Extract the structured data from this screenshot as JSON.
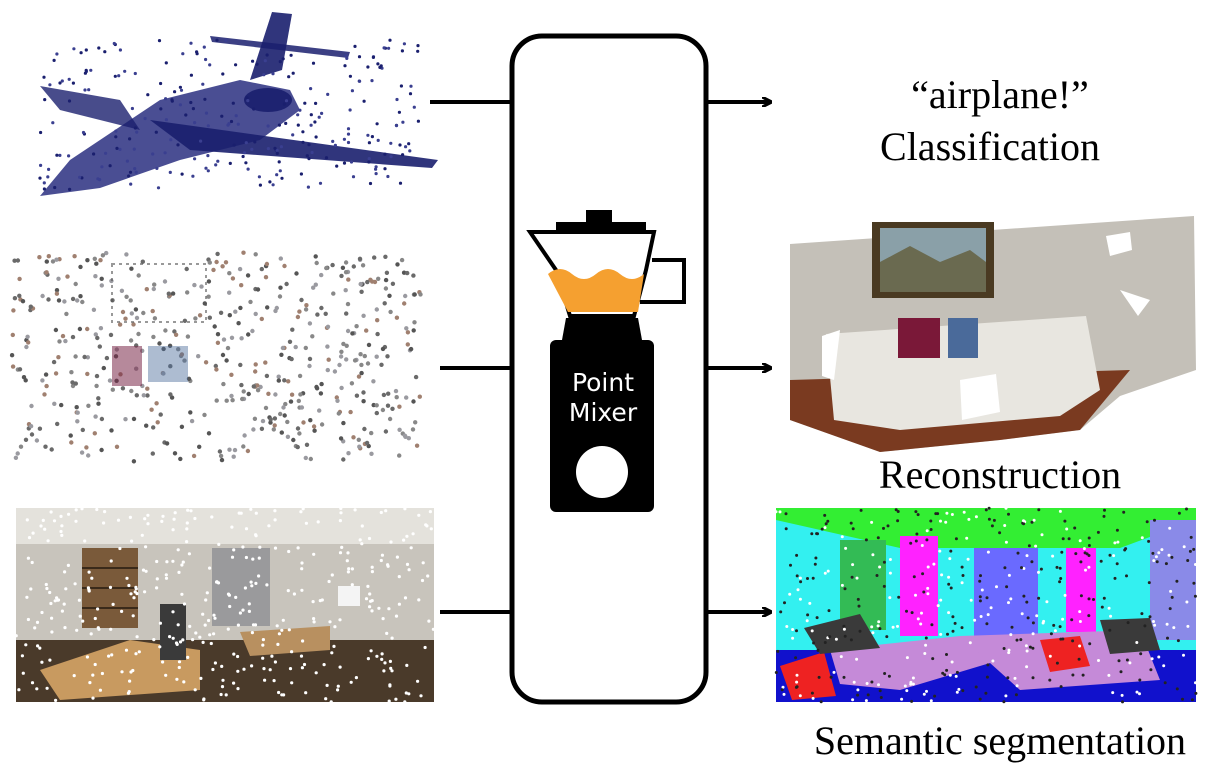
{
  "labels": {
    "classification_output": "“airplane!”",
    "classification": "Classification",
    "reconstruction": "Reconstruction",
    "semantic_segmentation": "Semantic segmentation",
    "mixer_name": "Point\nMixer"
  },
  "colors": {
    "airplane_points": "#1a1f6e",
    "juice": "#f5a030",
    "blender_body": "#000000",
    "seg_ceiling": "#33ee33",
    "seg_wall": "#33f0f0",
    "seg_magenta": "#ff22ff",
    "seg_window": "#6a6aff",
    "seg_floor": "#1111cc",
    "seg_table": "#c58ad8",
    "seg_chair": "#ee2222",
    "seg_bookcase": "#33bb55",
    "pillow_red": "#7a1838",
    "pillow_blue": "#4a6a9a"
  },
  "inputs": [
    "airplane-point-cloud",
    "sparse-room-point-cloud",
    "office-room-point-cloud"
  ],
  "outputs": [
    "classification",
    "reconstruction",
    "semantic-segmentation"
  ]
}
